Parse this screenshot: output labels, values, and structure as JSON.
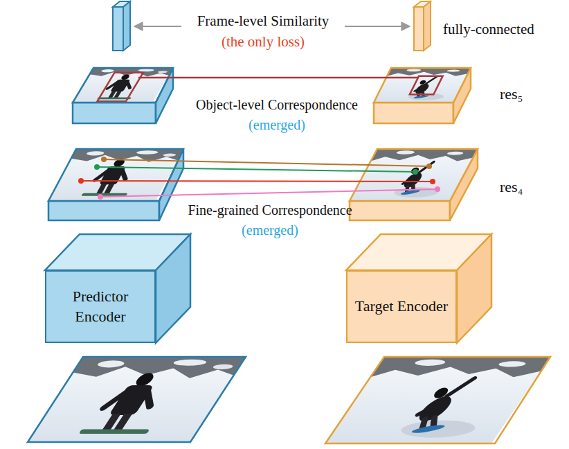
{
  "diagram": {
    "nodes": [
      {
        "text": [
          "Predictor Encoder"
        ]
      },
      {
        "text": [
          "Target Encoder"
        ]
      }
    ],
    "labels": [
      "Frame-level Similarity",
      "(the only loss)",
      "fully-connected",
      "Object-level Correspondence",
      "(emerged)",
      "res₅",
      "Fine-grained Correspondence",
      "(emerged)",
      "res₄"
    ]
  }
}
